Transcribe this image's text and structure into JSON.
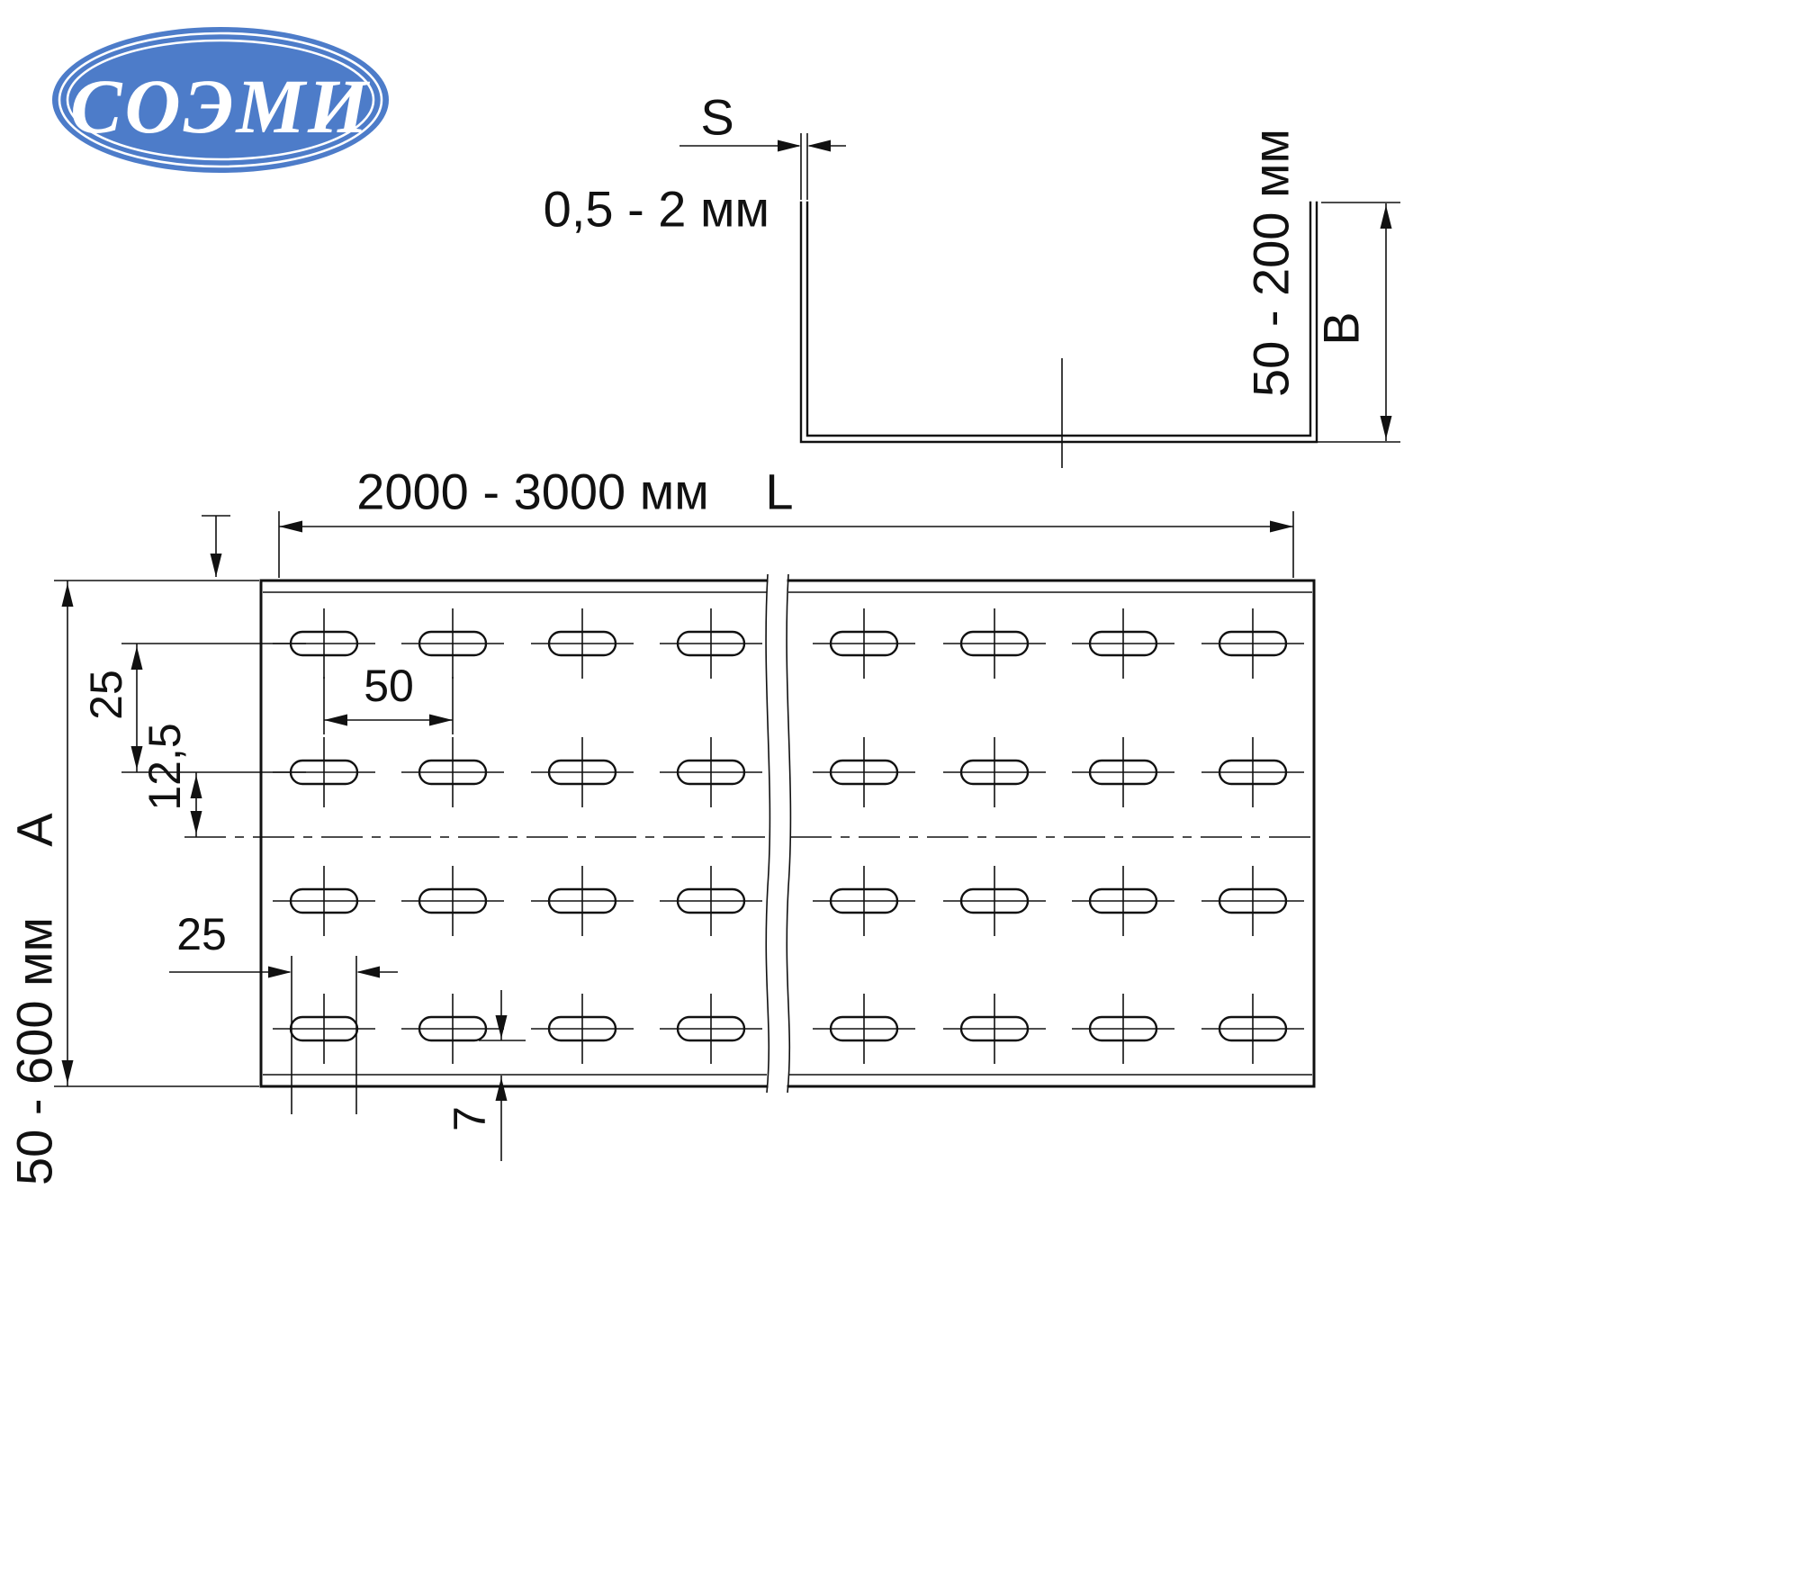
{
  "logo": {
    "text": "СОЭМИ",
    "fill": "#4d7cc9"
  },
  "profile_view": {
    "thickness_symbol": "S",
    "thickness_range": "0,5 - 2 мм",
    "flange_height_range": "50 - 200 мм",
    "flange_height_symbol": "B"
  },
  "plan_view": {
    "length_range": "2000 - 3000 мм",
    "length_symbol": "L",
    "row_pitch": "25",
    "row_half_pitch": "12,5",
    "slot_pitch": "50",
    "slot_length": "25",
    "edge_distance": "7",
    "width_symbol": "A",
    "width_range": "50 - 600 мм"
  },
  "colors": {
    "line": "#111111",
    "logo_blue": "#4d7cc9"
  }
}
